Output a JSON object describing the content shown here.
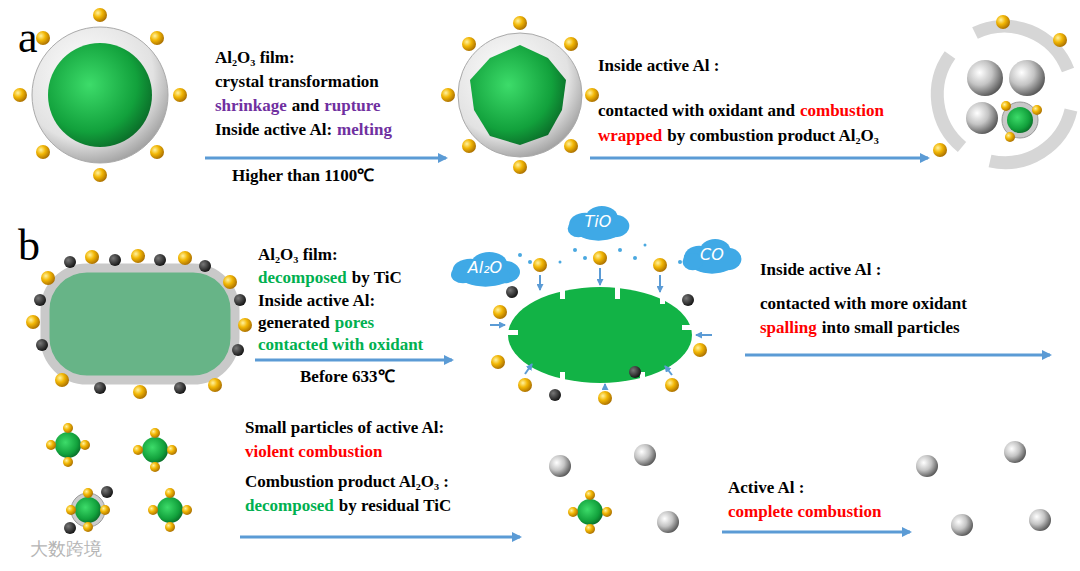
{
  "diagram": {
    "nodes": [
      {
        "text": [
          "Al₂O"
        ]
      },
      {
        "text": [
          "TiO"
        ]
      },
      {
        "text": [
          "CO"
        ]
      }
    ],
    "labels": [
      "a",
      "Al₂O₃ film:",
      "crystal transformation",
      "shrinkage",
      "and",
      "rupture",
      "Inside active Al:",
      "melting",
      "Higher than 1100℃",
      "Inside active Al :",
      "contacted with oxidant and",
      "combustion",
      "wrapped",
      "by combustion product Al₂O₃",
      "b",
      "Al₂O₃ film:",
      "decomposed",
      "by TiC",
      "Inside active Al:",
      "generated",
      "pores",
      "contacted with oxidant",
      "Before 633℃",
      "Inside active Al :",
      "contacted with more oxidant",
      "spalling",
      "into small particles",
      "Small particles of active Al:",
      "violent combustion",
      "Combustion product Al₂O₃ :",
      "decomposed",
      "by residual TiC",
      "Active Al :",
      "complete combustion",
      "大数跨境"
    ]
  }
}
